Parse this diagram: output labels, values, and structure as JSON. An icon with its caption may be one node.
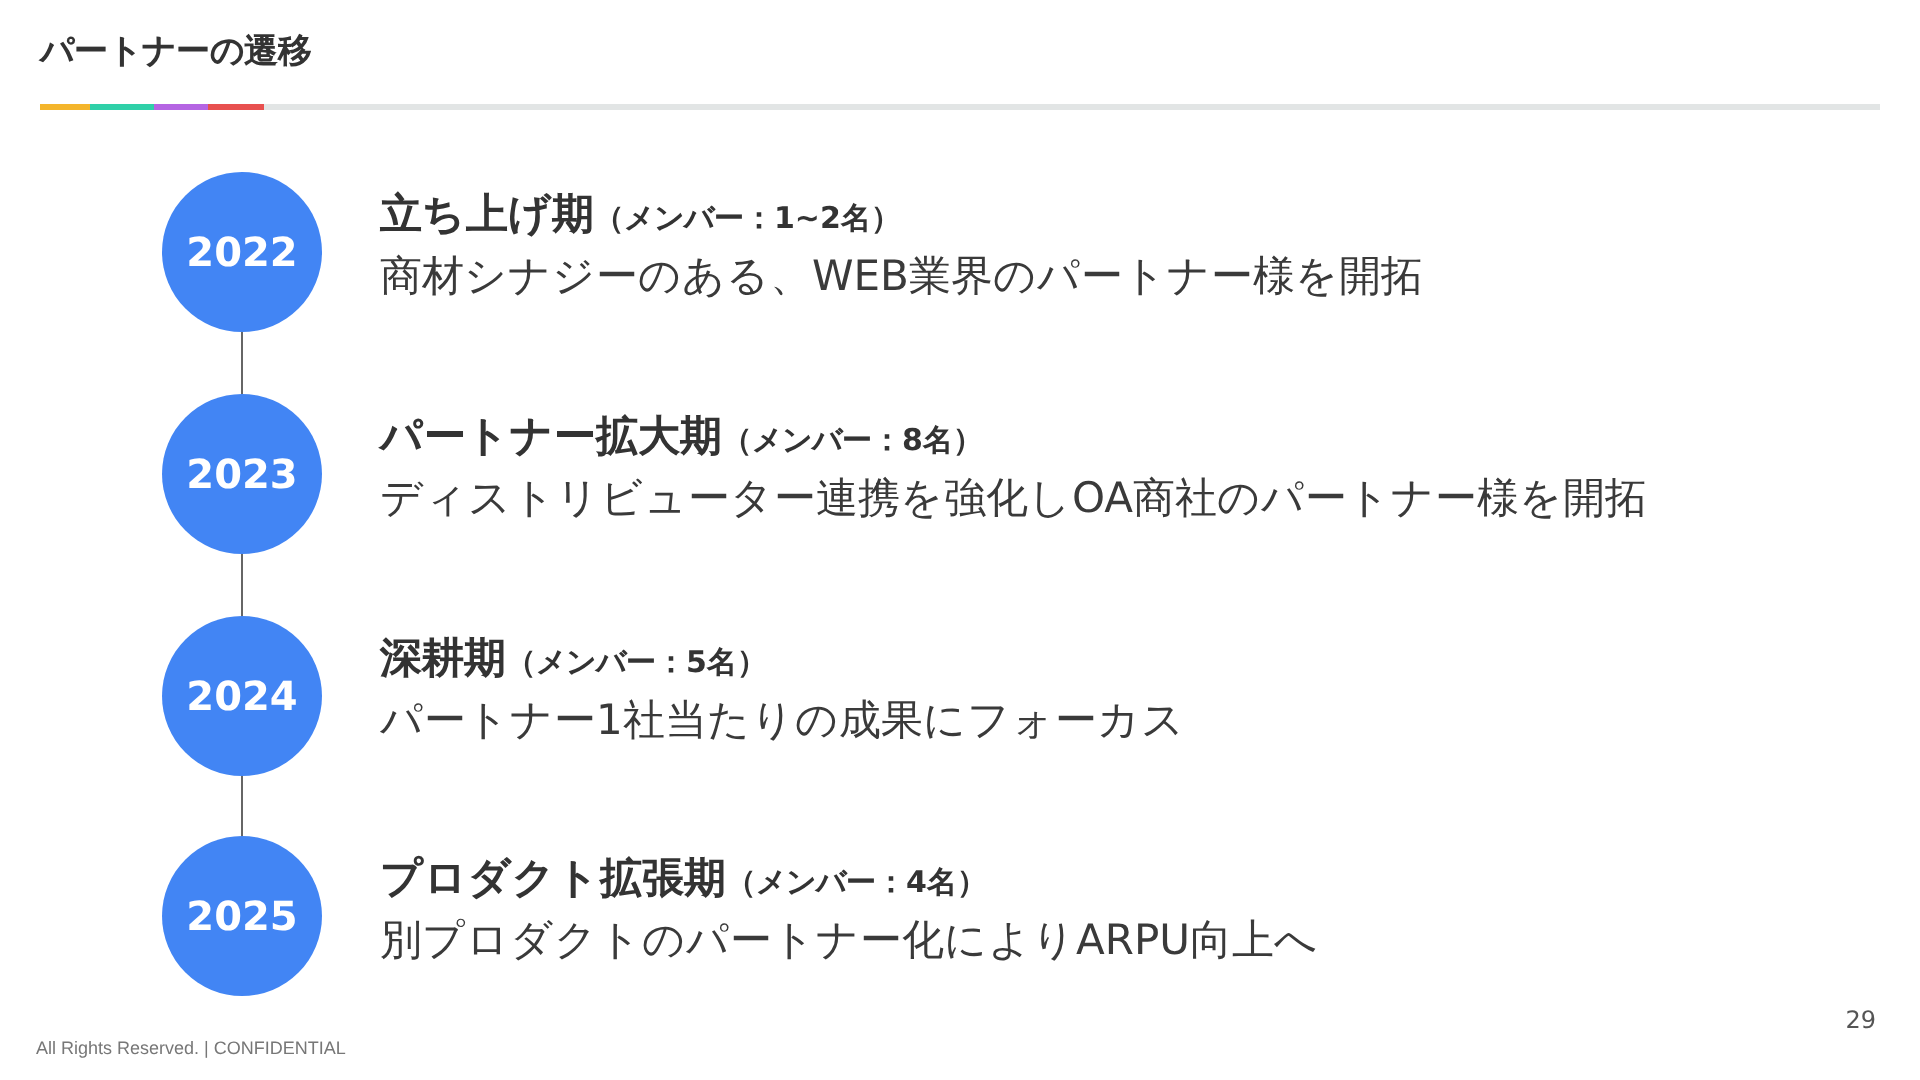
{
  "diagram": {
    "title": "パートナーの遷移",
    "nodes": [
      {
        "text": [
          "2022"
        ],
        "beside": [
          "立ち上げ期",
          "（メンバー：1~2名）",
          "商材シナジーのある、WEB業界のパートナー様を開拓"
        ]
      },
      {
        "text": [
          "2023"
        ],
        "beside": [
          "パートナー拡大期",
          "（メンバー：8名）",
          "ディストリビューター連携を強化しOA商社のパートナー様を開拓"
        ]
      },
      {
        "text": [
          "2024"
        ],
        "beside": [
          "深耕期",
          "（メンバー：5名）",
          "パートナー1社当たりの成果にフォーカス"
        ]
      },
      {
        "text": [
          "2025"
        ],
        "beside": [
          "プロダクト拡張期",
          "（メンバー：4名）",
          "別プロダクトのパートナー化によりARPU向上へ"
        ]
      }
    ],
    "edges": [
      {
        "from": 0,
        "to": 1,
        "arrow": "none"
      },
      {
        "from": 1,
        "to": 2,
        "arrow": "none"
      },
      {
        "from": 2,
        "to": 3,
        "arrow": "none"
      }
    ],
    "labels": [
      "29",
      "All Rights Reserved. | CONFIDENTIAL"
    ]
  }
}
